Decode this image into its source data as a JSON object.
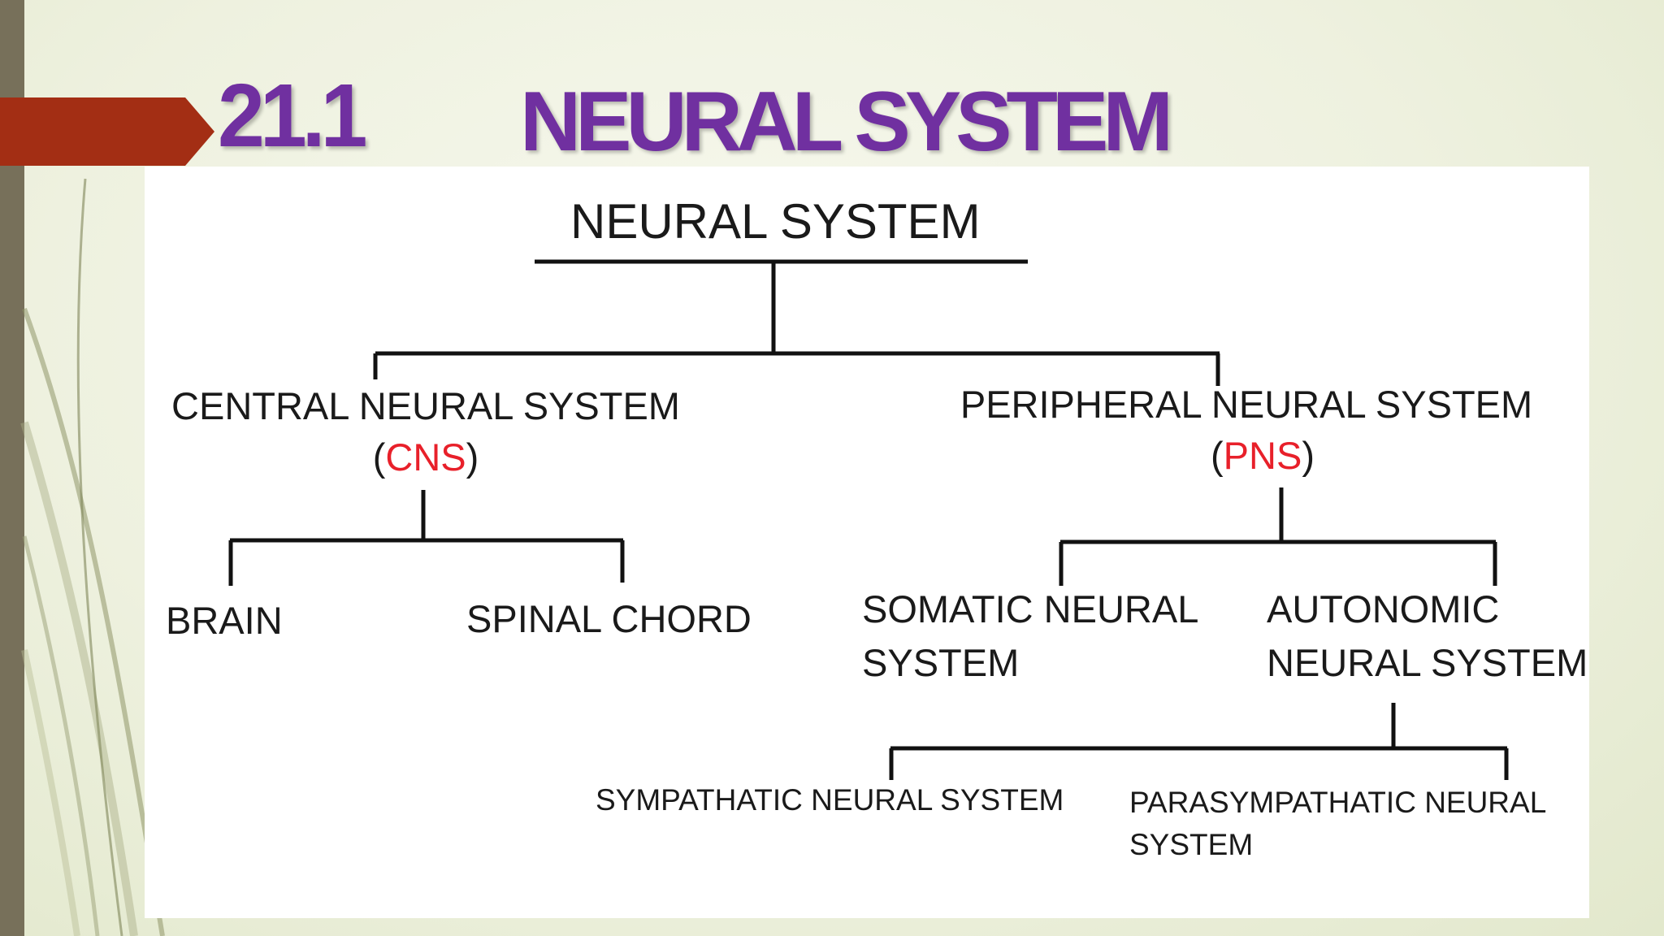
{
  "header": {
    "section_number": "21.1",
    "title": "NEURAL SYSTEM"
  },
  "colors": {
    "title": "#7030a0",
    "arrow": "#a32e14",
    "abbreviation": "#e8202a",
    "lines": "#111111"
  },
  "diagram": {
    "root": "NEURAL SYSTEM",
    "cns": {
      "label": "CENTRAL NEURAL SYSTEM",
      "abbr_open": "(",
      "abbr": "CNS",
      "abbr_close": ")",
      "children": [
        "BRAIN",
        "SPINAL CHORD"
      ]
    },
    "pns": {
      "label": "PERIPHERAL NEURAL SYSTEM",
      "abbr_open": "(",
      "abbr": "PNS",
      "abbr_close": ")",
      "somatic": {
        "line1": "SOMATIC NEURAL",
        "line2": "SYSTEM"
      },
      "autonomic": {
        "line1": "AUTONOMIC",
        "line2": "NEURAL SYSTEM",
        "children": {
          "sympathetic": "SYMPATHATIC NEURAL SYSTEM",
          "parasympathetic_line1": "PARASYMPATHATIC NEURAL",
          "parasympathetic_line2": "SYSTEM"
        }
      }
    }
  }
}
